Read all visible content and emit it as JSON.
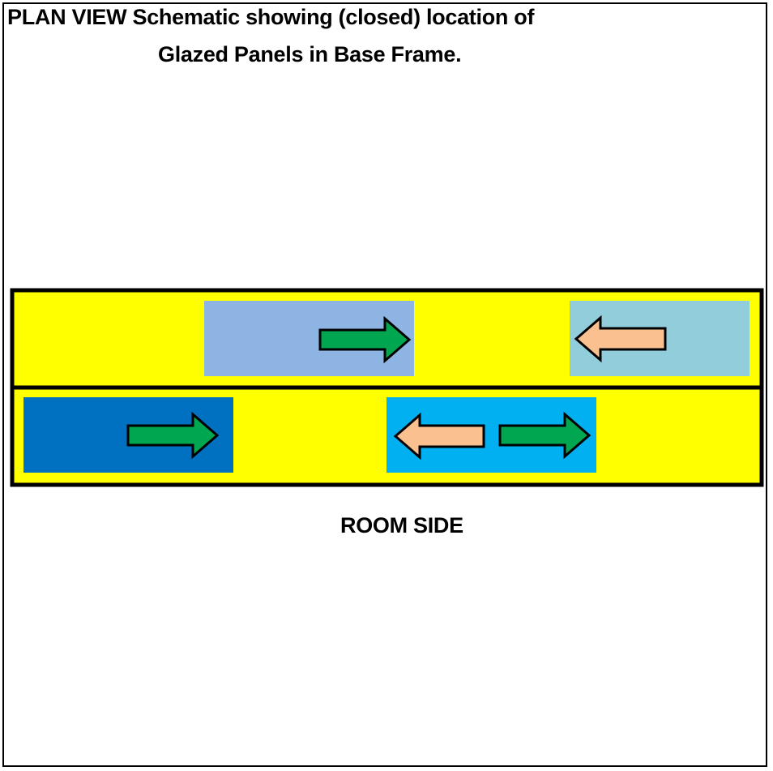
{
  "title": {
    "line1": "PLAN VIEW Schematic showing (closed) location of",
    "line2": "Glazed Panels in Base Frame."
  },
  "room_label": "ROOM SIDE",
  "colors": {
    "frame_fill": "#ffff00",
    "frame_stroke": "#000000",
    "outer_panel_left": "#8db4e2",
    "outer_panel_right": "#92cddc",
    "inner_panel_left": "#0070c0",
    "inner_panel_right": "#00b0f0",
    "arrow_right": "#00a650",
    "arrow_left": "#fac090"
  },
  "icons": {
    "arrow_right": "arrow-right-icon",
    "arrow_left": "arrow-left-icon"
  }
}
